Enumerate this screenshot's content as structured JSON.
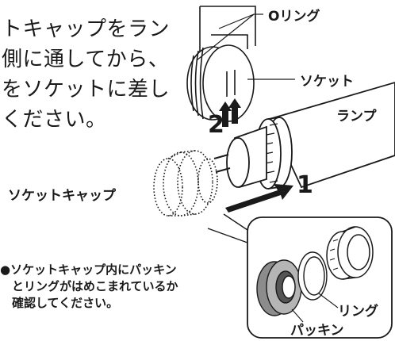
{
  "instruction_lines": [
    "トキャップをラン",
    "側に通してから、",
    "をソケットに差し",
    "ください。"
  ],
  "labels": {
    "o_ring": "Oリング",
    "socket": "ソケット",
    "lamp": "ランプ",
    "socket_cap": "ソケットキャップ",
    "ring": "リング",
    "packing": "パッキン"
  },
  "step_numbers": {
    "step1": "1",
    "step2": "2"
  },
  "note_lines": [
    "●ソケットキャップ内にパッキン",
    "　とリングがはめこまれているか",
    "　確認してください。"
  ],
  "colors": {
    "line": "#1a1a1a",
    "gray_packing": "#8c8c8c",
    "dark_packing": "#555555"
  }
}
